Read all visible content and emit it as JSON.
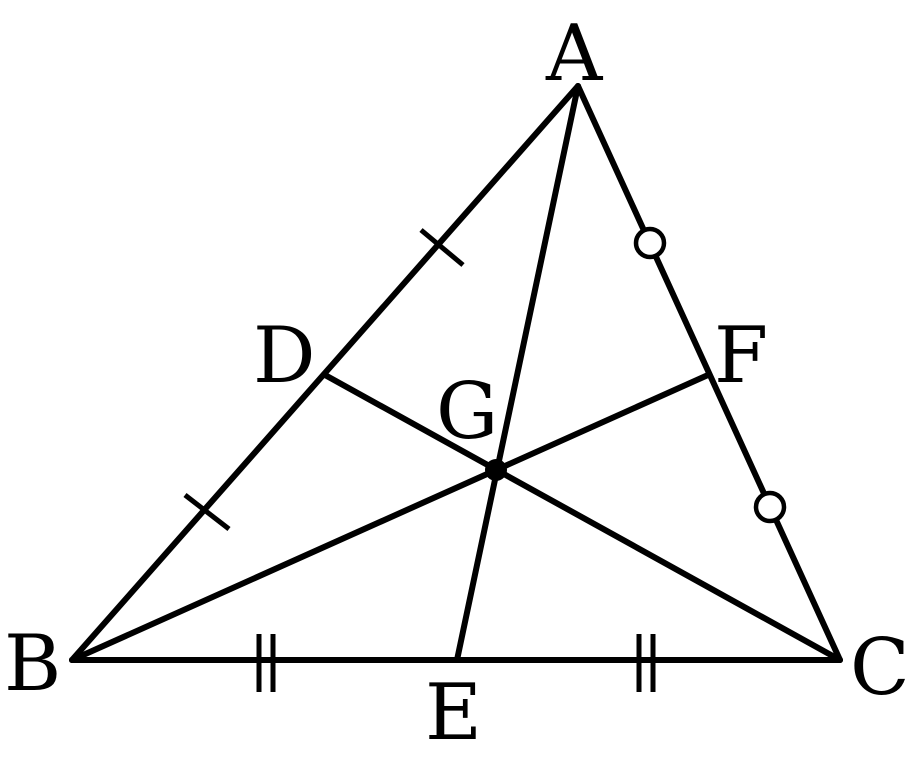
{
  "diagram": {
    "labels": {
      "A": "A",
      "B": "B",
      "C": "C",
      "D": "D",
      "E": "E",
      "F": "F",
      "G": "G"
    },
    "colors": {
      "line": "#000000",
      "background": "#ffffff"
    }
  }
}
